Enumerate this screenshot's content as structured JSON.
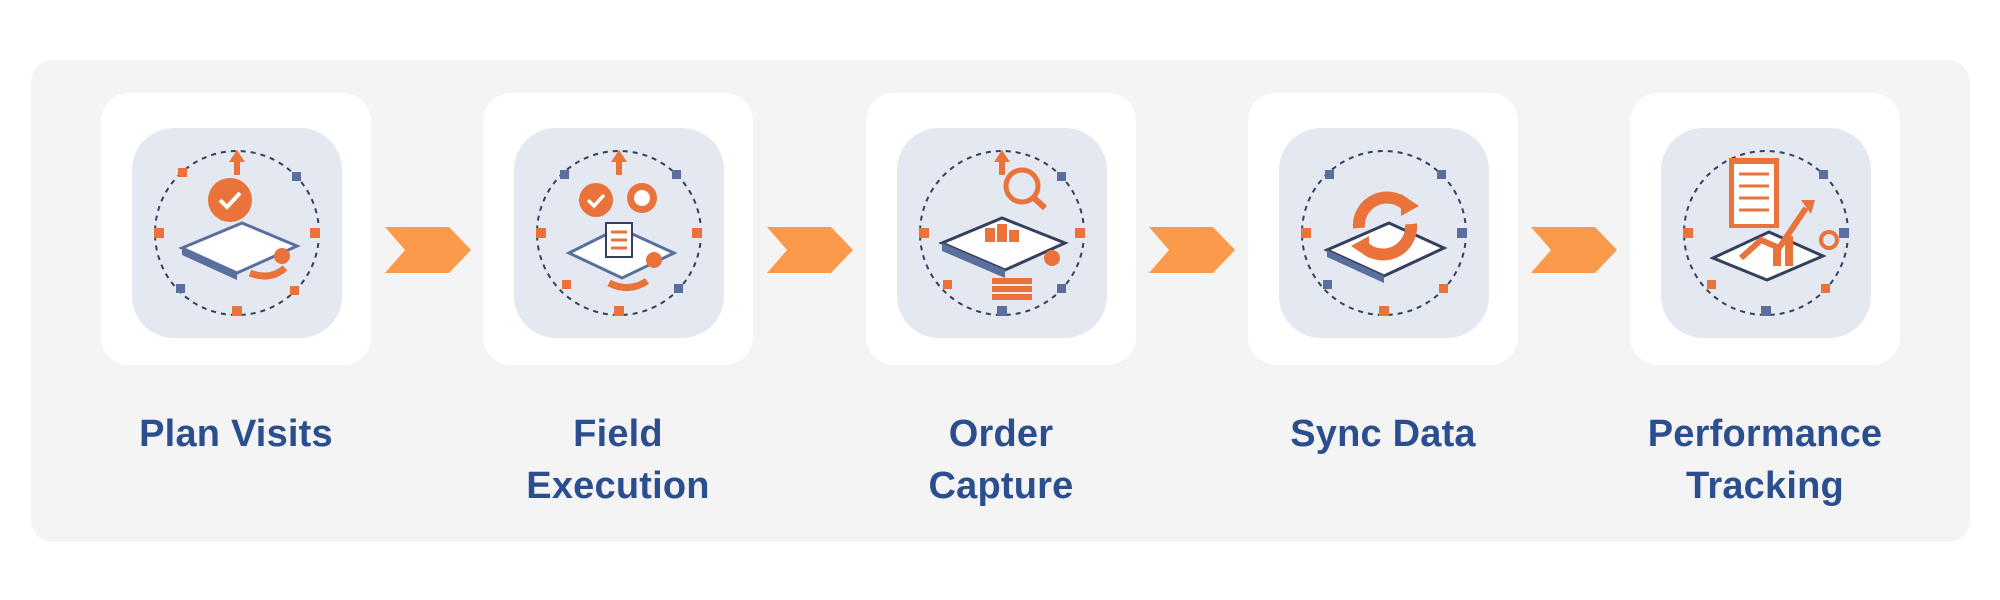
{
  "steps": [
    {
      "label_line1": "Plan Visits",
      "label_line2": "",
      "icon": "plan-visits-illustration"
    },
    {
      "label_line1": "Field",
      "label_line2": "Execution",
      "icon": "field-execution-illustration"
    },
    {
      "label_line1": "Order",
      "label_line2": "Capture",
      "icon": "order-capture-illustration"
    },
    {
      "label_line1": "Sync Data",
      "label_line2": "",
      "icon": "sync-data-illustration"
    },
    {
      "label_line1": "Performance",
      "label_line2": "Tracking",
      "icon": "performance-tracking-illustration"
    }
  ],
  "colors": {
    "panel_bg": "#f4f4f4",
    "card_bg": "#ffffff",
    "illustration_bg": "#e3e8f1",
    "label": "#2b4e8e",
    "arrow": "#fb9a4a",
    "accent_orange": "#e9733a",
    "accent_blue": "#5b6f9e"
  }
}
